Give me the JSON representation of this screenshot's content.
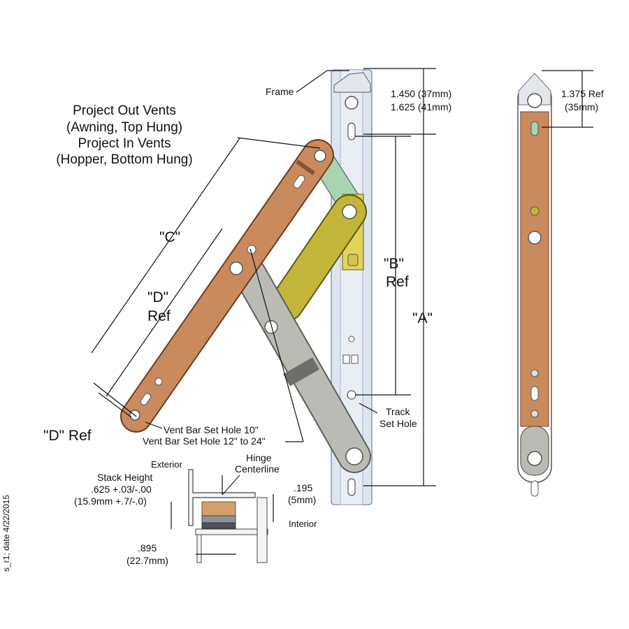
{
  "title": {
    "line1": "Project Out Vents",
    "line2": "(Awning, Top Hung)",
    "line3": "Project In Vents",
    "line4": "(Hopper, Bottom Hung)"
  },
  "labels": {
    "frame": "Frame",
    "dim_top_1": "1.450 (37mm)",
    "dim_top_2": "1.625 (41mm)",
    "dim_ref_1": "1.375 Ref",
    "dim_ref_2": "(35mm)",
    "dim_c": "\"C\"",
    "dim_d": "\"D\"",
    "ref": "Ref",
    "dim_d_ref": "\"D\" Ref",
    "dim_b": "\"B\"",
    "dim_a": "\"A\"",
    "track_1": "Track",
    "track_2": "Set Hole",
    "vent_1": "Vent Bar Set Hole 10\"",
    "vent_2": "Vent Bar Set Hole 12\" to 24\"",
    "exterior": "Exterior",
    "interior": "Interior",
    "hinge_1": "Hinge",
    "hinge_2": "Centerline",
    "stack_1": "Stack Height",
    "stack_2": ".625 +.03/-.00",
    "stack_3": "(15.9mm +.7/-.0)",
    "dim_195_1": ".195",
    "dim_195_2": "(5mm)",
    "dim_895_1": ".895",
    "dim_895_2": "(22.7mm)",
    "side_note": "s_r1; date 4/22/2015"
  },
  "colors": {
    "copper": "#c98a5e",
    "copper_dark": "#8a5230",
    "track": "#dde6f0",
    "track_edge": "#8c98a8",
    "gray_arm": "#b9bbb4",
    "olive_arm": "#c2b53a",
    "green_link": "#a9d4b2"
  }
}
